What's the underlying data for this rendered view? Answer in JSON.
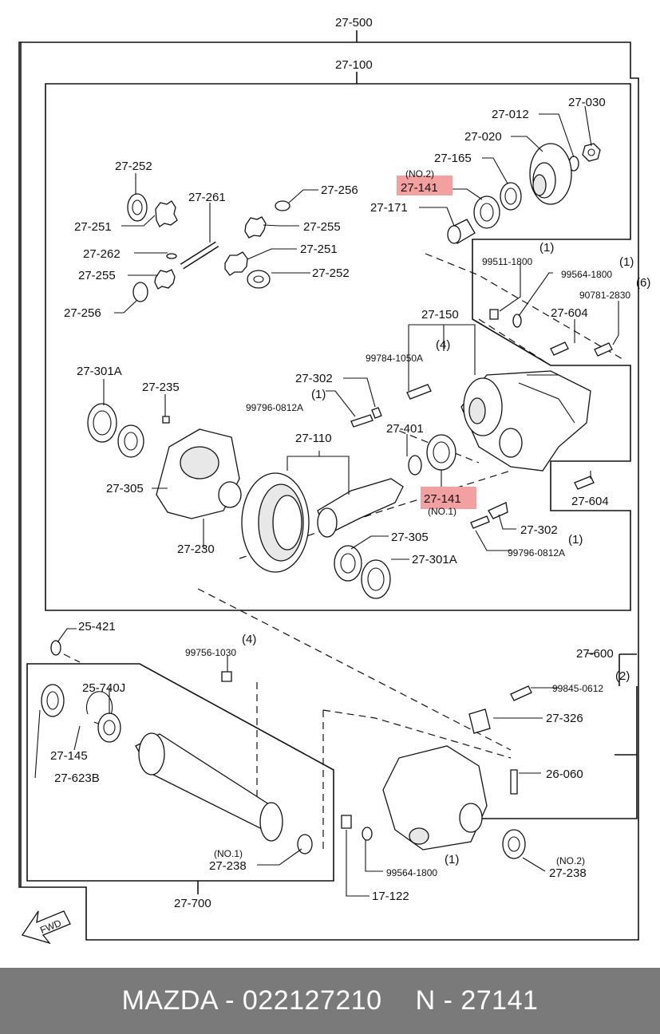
{
  "diagram": {
    "assembly_labels": {
      "outer": "27-500",
      "diff_case": "27-100",
      "pinion_assy": "27-700",
      "carrier_cover": "27-600"
    },
    "part_labels": {
      "p27_030": "27-030",
      "p27_012": "27-012",
      "p27_020": "27-020",
      "p27_165": "27-165",
      "p27_141_no2_qty": "(NO.2)",
      "p27_141_no2": "27-141",
      "p27_171": "27-171",
      "p27_252_top": "27-252",
      "p27_261": "27-261",
      "p27_256_top": "27-256",
      "p27_251_left": "27-251",
      "p27_255_right": "27-255",
      "p27_262": "27-262",
      "p27_251_right": "27-251",
      "p27_255_left": "27-255",
      "p27_252_right": "27-252",
      "p27_256_bottom": "27-256",
      "p99511_qty": "(1)",
      "p99511": "99511-1800",
      "p99564_top_qty": "(1)",
      "p99564_top": "99564-1800",
      "p90781_qty": "(6)",
      "p90781": "90781-2830",
      "p27_604_top": "27-604",
      "p27_150": "27-150",
      "p99784_qty": "(4)",
      "p99784": "99784-1050A",
      "p27_301a_left": "27-301A",
      "p27_235": "27-235",
      "p27_302_top": "27-302",
      "p99796_top_qty": "(1)",
      "p99796_top": "99796-0812A",
      "p27_110": "27-110",
      "p27_401": "27-401",
      "p27_305_left": "27-305",
      "p27_141_no1": "27-141",
      "p27_141_no1_qty": "(NO.1)",
      "p27_604_bottom": "27-604",
      "p27_302_bottom": "27-302",
      "p99796_bottom_qty": "(1)",
      "p99796_bottom": "99796-0812A",
      "p27_230": "27-230",
      "p27_305_right": "27-305",
      "p27_301a_right": "27-301A",
      "p25_421": "25-421",
      "p99756_qty": "(4)",
      "p99756": "99756-1030",
      "p25_740j": "25-740J",
      "p99845_qty": "(2)",
      "p99845": "99845-0612",
      "p27_326": "27-326",
      "p27_145": "27-145",
      "p27_623b": "27-623B",
      "p26_060": "26-060",
      "p27_238_left_qty": "(NO.1)",
      "p27_238_left": "27-238",
      "p99564_bottom_qty": "(1)",
      "p99564_bottom": "99564-1800",
      "p27_238_right_qty": "(NO.2)",
      "p27_238_right": "27-238",
      "p17_122": "17-122"
    },
    "fwd_arrow_text": "FWD",
    "highlight_color": "#f2a0a0"
  },
  "footer": {
    "left_text": "MAZDA - 022127210",
    "right_text": "N - 27141",
    "background": "#7a7a7a"
  }
}
